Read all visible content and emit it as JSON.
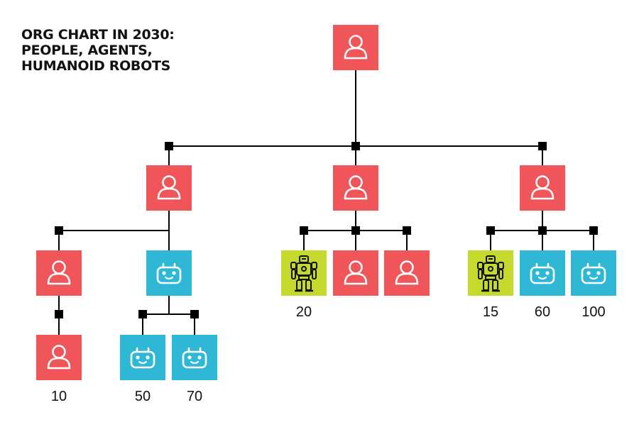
{
  "title": {
    "line1": "ORG CHART IN 2030:",
    "line2": "PEOPLE, AGENTS,",
    "line3": "HUMANOID ROBOTS"
  },
  "colors": {
    "person": "#F0555A",
    "agent": "#2EB8D6",
    "robot": "#C5D92C",
    "line": "#000000"
  },
  "nodes": [
    {
      "id": "ceo",
      "type": "person",
      "icon": "person-icon"
    },
    {
      "id": "mgr-left",
      "type": "person",
      "icon": "person-icon"
    },
    {
      "id": "mgr-mid",
      "type": "person",
      "icon": "person-icon"
    },
    {
      "id": "mgr-right",
      "type": "person",
      "icon": "person-icon"
    },
    {
      "id": "left-person",
      "type": "person",
      "icon": "person-icon"
    },
    {
      "id": "left-agent",
      "type": "agent",
      "icon": "robot-face-icon"
    },
    {
      "id": "left-person-report",
      "type": "person",
      "icon": "person-icon",
      "count": "10"
    },
    {
      "id": "left-agent-sub-1",
      "type": "agent",
      "icon": "robot-face-icon",
      "count": "50"
    },
    {
      "id": "left-agent-sub-2",
      "type": "agent",
      "icon": "robot-face-icon",
      "count": "70"
    },
    {
      "id": "mid-robot",
      "type": "robot",
      "icon": "humanoid-robot-icon",
      "count": "20"
    },
    {
      "id": "mid-person-1",
      "type": "person",
      "icon": "person-icon"
    },
    {
      "id": "mid-person-2",
      "type": "person",
      "icon": "person-icon"
    },
    {
      "id": "right-robot",
      "type": "robot",
      "icon": "humanoid-robot-icon",
      "count": "15"
    },
    {
      "id": "right-agent-1",
      "type": "agent",
      "icon": "robot-face-icon",
      "count": "60"
    },
    {
      "id": "right-agent-2",
      "type": "agent",
      "icon": "robot-face-icon",
      "count": "100"
    }
  ]
}
